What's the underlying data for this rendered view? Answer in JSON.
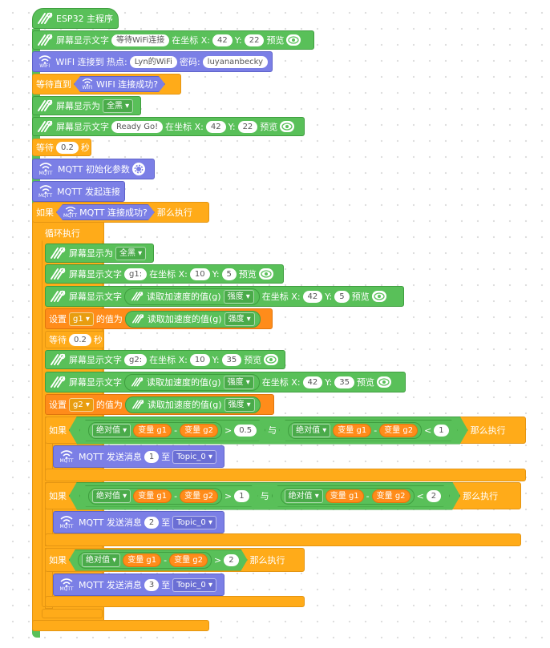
{
  "colors": {
    "green": "#59c059",
    "purple": "#7b7fe6",
    "orange": "#ffab19",
    "var_orange": "#ff8c1a"
  },
  "icons": {
    "accel": "accelerometer-icon",
    "wifi": "wifi-icon",
    "mqtt": "mqtt-icon",
    "eye": "eye-icon",
    "gear": "gear-icon"
  },
  "hat": {
    "label": "ESP32 主程序"
  },
  "b1": {
    "label": "屏幕显示文字",
    "text": "等待WiFi连接",
    "at": "在坐标 X:",
    "x": "42",
    "ylabel": "Y:",
    "y": "22",
    "preview": "预览"
  },
  "b2": {
    "label": "WIFI 连接到 热点:",
    "ssid": "Lyn的WiFi",
    "pwd_label": "密码:",
    "pwd": "luyananbecky",
    "icon_caption": "WIFI"
  },
  "b3": {
    "label": "等待直到",
    "cond": "WIFI 连接成功?",
    "icon_caption": "WIFI"
  },
  "b4": {
    "label": "屏幕显示为",
    "mode": "全黑"
  },
  "b5": {
    "label": "屏幕显示文字",
    "text": "Ready Go!",
    "at": "在坐标 X:",
    "x": "42",
    "ylabel": "Y:",
    "y": "22",
    "preview": "预览"
  },
  "b6": {
    "label": "等待",
    "value": "0.2",
    "unit": "秒"
  },
  "b7": {
    "label": "MQTT 初始化参数",
    "icon_caption": "MQTT"
  },
  "b8": {
    "label": "MQTT 发起连接",
    "icon_caption": "MQTT"
  },
  "b9": {
    "if": "如果",
    "cond": "MQTT 连接成功?",
    "then": "那么执行",
    "icon_caption": "MQTT"
  },
  "loop": {
    "label": "循环执行"
  },
  "l1": {
    "label": "屏幕显示为",
    "mode": "全黑"
  },
  "l2": {
    "label": "屏幕显示文字",
    "text": "g1:",
    "at": "在坐标 X:",
    "x": "10",
    "ylabel": "Y:",
    "y": "5",
    "preview": "预览"
  },
  "l3": {
    "label": "屏幕显示文字",
    "reader": "读取加速度的值(g)",
    "kind": "强度",
    "at": "在坐标 X:",
    "x": "42",
    "ylabel": "Y:",
    "y": "5",
    "preview": "预览"
  },
  "l4": {
    "set": "设置",
    "var": "g1",
    "to": "的值为",
    "reader": "读取加速度的值(g)",
    "kind": "强度"
  },
  "l5": {
    "label": "等待",
    "value": "0.2",
    "unit": "秒"
  },
  "l6": {
    "label": "屏幕显示文字",
    "text": "g2:",
    "at": "在坐标 X:",
    "x": "10",
    "ylabel": "Y:",
    "y": "35",
    "preview": "预览"
  },
  "l7": {
    "label": "屏幕显示文字",
    "reader": "读取加速度的值(g)",
    "kind": "强度",
    "at": "在坐标 X:",
    "x": "42",
    "ylabel": "Y:",
    "y": "35",
    "preview": "预览"
  },
  "l8": {
    "set": "设置",
    "var": "g2",
    "to": "的值为",
    "reader": "读取加速度的值(g)",
    "kind": "强度"
  },
  "if1": {
    "if": "如果",
    "abs": "绝对值",
    "v1": "变量 g1",
    "minus": "-",
    "v2": "变量 g2",
    "op1": ">",
    "n1": "0.5",
    "and": "与",
    "op2": "<",
    "n2": "1",
    "then": "那么执行"
  },
  "m1": {
    "label": "MQTT 发送消息",
    "num": "1",
    "to": "至",
    "topic": "Topic_0",
    "icon_caption": "MQTT"
  },
  "if2": {
    "if": "如果",
    "abs": "绝对值",
    "v1": "变量 g1",
    "minus": "-",
    "v2": "变量 g2",
    "op1": ">",
    "n1": "1",
    "and": "与",
    "op2": "<",
    "n2": "2",
    "then": "那么执行"
  },
  "m2": {
    "label": "MQTT 发送消息",
    "num": "2",
    "to": "至",
    "topic": "Topic_0",
    "icon_caption": "MQTT"
  },
  "if3": {
    "if": "如果",
    "abs": "绝对值",
    "v1": "变量 g1",
    "minus": "-",
    "v2": "变量 g2",
    "op1": ">",
    "n1": "2",
    "then": "那么执行"
  },
  "m3": {
    "label": "MQTT 发送消息",
    "num": "3",
    "to": "至",
    "topic": "Topic_0",
    "icon_caption": "MQTT"
  }
}
